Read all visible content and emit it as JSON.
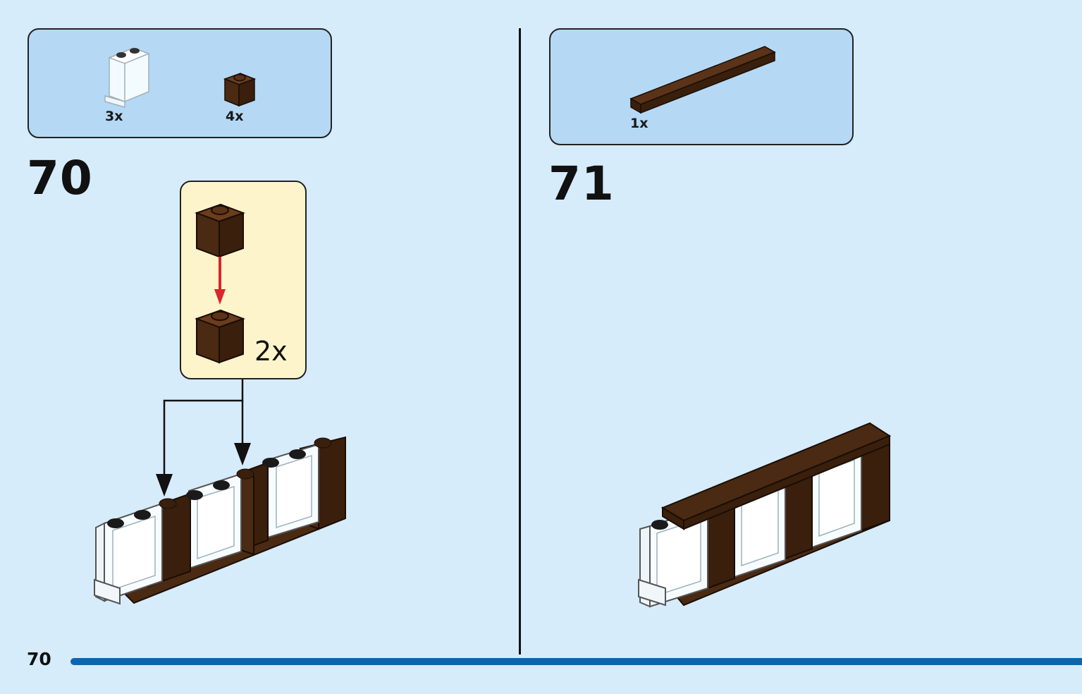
{
  "step70": {
    "number": "70",
    "parts": [
      {
        "name": "transparent-panel",
        "qty": "3x"
      },
      {
        "name": "brown-brick-1x1",
        "qty": "4x"
      }
    ],
    "callout_qty": "2x"
  },
  "step71": {
    "number": "71",
    "parts": [
      {
        "name": "brown-long-tile",
        "qty": "1x"
      }
    ]
  },
  "page": {
    "number": "70"
  },
  "colors": {
    "background": "#d6ecfb",
    "parts_box": "#b5d8f5",
    "callout": "#fef4cc",
    "brown": "#4a2a12",
    "bar": "#0a66b0",
    "arrow_red": "#d9262c"
  }
}
